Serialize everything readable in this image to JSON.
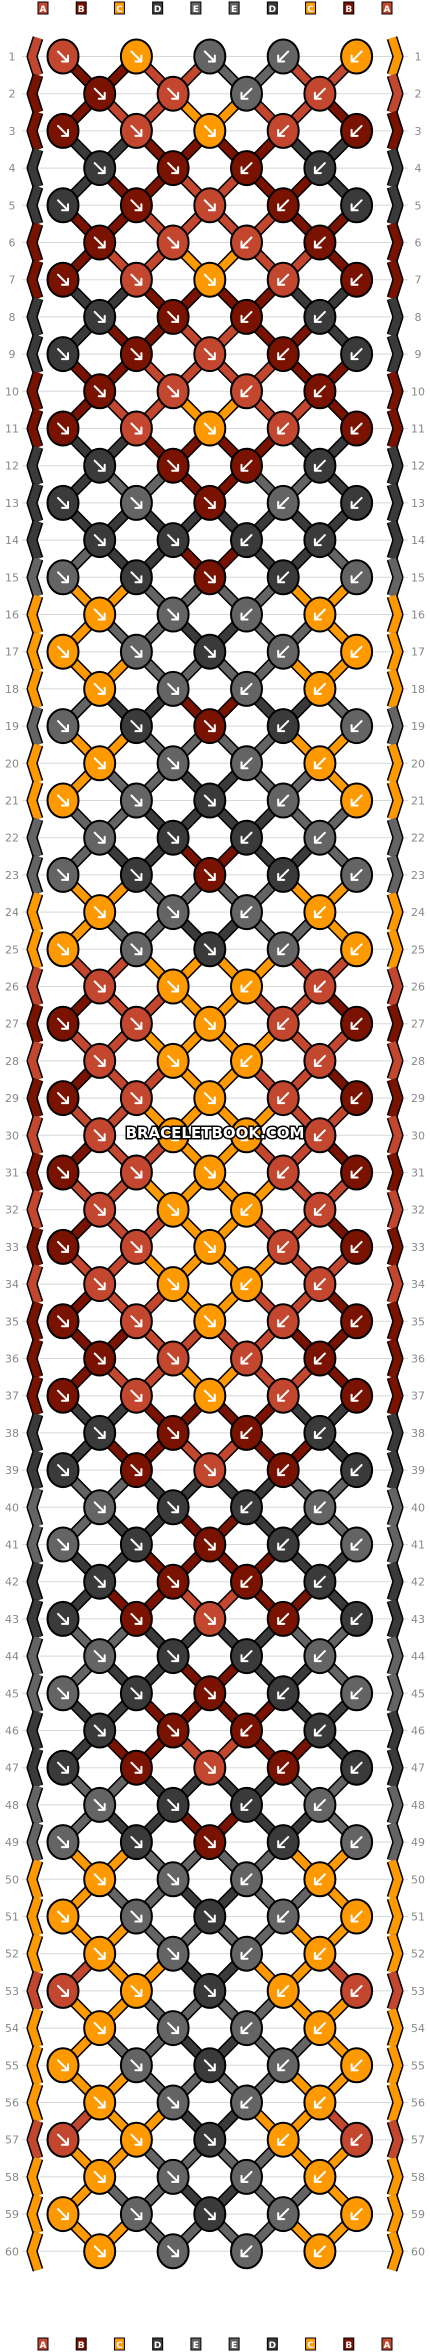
{
  "site": {
    "watermark": "BRACELETBOOK.COM"
  },
  "strings": {
    "top": [
      "A",
      "B",
      "C",
      "D",
      "E",
      "E",
      "D",
      "C",
      "B",
      "A"
    ],
    "bottom": [
      "A",
      "B",
      "C",
      "D",
      "E",
      "E",
      "D",
      "C",
      "B",
      "A"
    ]
  },
  "colors": {
    "A": "#c2472e",
    "B": "#7a1200",
    "C": "#ff9900",
    "D": "#3a3a3a",
    "E": "#646464"
  },
  "pattern": {
    "rows": 60,
    "knots_per_odd_row": 5,
    "knots_per_even_row": 4,
    "row_numbers": [
      1,
      2,
      3,
      4,
      5,
      6,
      7,
      8,
      9,
      10,
      11,
      12,
      13,
      14,
      15,
      16,
      17,
      18,
      19,
      20,
      21,
      22,
      23,
      24,
      25,
      26,
      27,
      28,
      29,
      30,
      31,
      32,
      33,
      34,
      35,
      36,
      37,
      38,
      39,
      40,
      41,
      42,
      43,
      44,
      45,
      46,
      47,
      48,
      49,
      50,
      51,
      52,
      53,
      54,
      55,
      56,
      57,
      58,
      59,
      60
    ],
    "knot_colors": [
      "ACEEC",
      "BAEA",
      "BACAB",
      "DBBD",
      "DBABD",
      "BAAB",
      "BACAB",
      "DBBD",
      "DBABD",
      "BAAB",
      "BACAB",
      "DBBD",
      "DEBED",
      "DDDD",
      "EDBDE",
      "CEEC",
      "CEDEC",
      "CEEC",
      "EDBDE",
      "CEEC",
      "CEDEC",
      "EDDE",
      "EDBDE",
      "CEEC",
      "CEDEC",
      "ACCA",
      "BACAB",
      "ACCA",
      "BACAB",
      "ACCA",
      "BACAB",
      "ACCA",
      "BACAB",
      "ACCA",
      "BACAB",
      "BAAB",
      "BACAB",
      "DBBD",
      "DBABD",
      "EDDE",
      "EDBDE",
      "DBBD",
      "DBABD",
      "EDDE",
      "EDBDE",
      "DBBD",
      "DBABD",
      "EDDE",
      "EDBDE",
      "CEEC",
      "CEDEC",
      "CEEC",
      "ACDCA",
      "CEEC",
      "CEDEC",
      "CEEC",
      "ACDCA",
      "CEEC",
      "CEDEC",
      "CEEC"
    ]
  }
}
